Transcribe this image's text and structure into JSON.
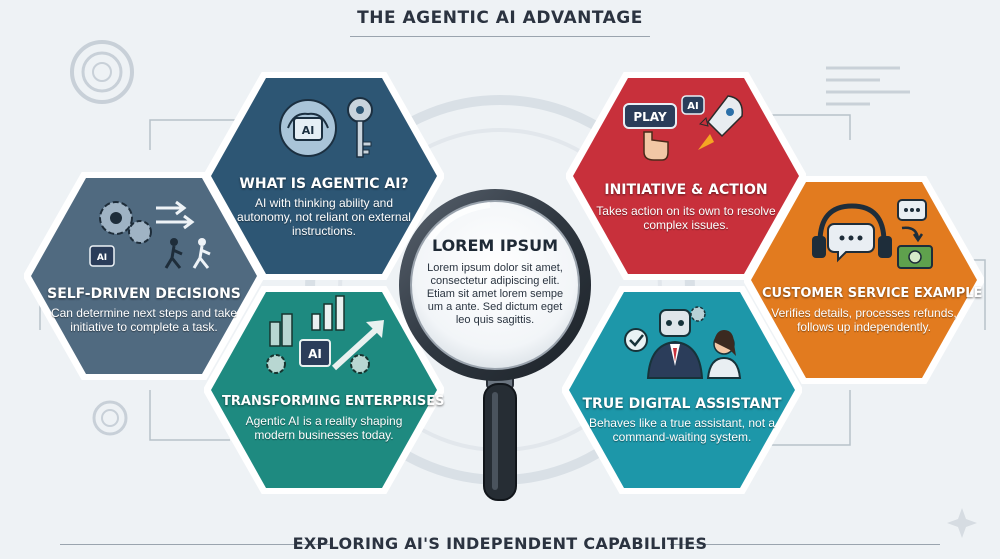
{
  "header": {
    "title": "THE AGENTIC AI ADVANTAGE"
  },
  "footer": {
    "subtitle": "EXPLORING AI'S INDEPENDENT CAPABILITIES"
  },
  "center": {
    "title": "LOREM IPSUM",
    "body": "Lorem ipsum dolor sit amet, consectetur adipiscing elit. Etiam sit amet lorem sempe um a ante. Sed dictum eget leo quis sagittis."
  },
  "panels": {
    "what_is": {
      "title": "WHAT IS AGENTIC AI?",
      "body": "AI with thinking ability and autonomy, not reliant on external instructions.",
      "color": "#2d5674",
      "icon_label": "AI"
    },
    "initiative": {
      "title": "INITIATIVE & ACTION",
      "body": "Takes action on its own to resolve complex issues.",
      "color": "#c8303b",
      "icon_label": "PLAY",
      "badge_label": "AI"
    },
    "self_driven": {
      "title": "SELF-DRIVEN DECISIONS",
      "body": "Can determine next steps and take initiative to complete a task.",
      "color": "#506a80",
      "icon_label": "AI"
    },
    "customer_service": {
      "title": "CUSTOMER SERVICE EXAMPLE",
      "body": "Verifies details, processes refunds, follows up independently.",
      "color": "#e27b1f"
    },
    "transforming": {
      "title": "TRANSFORMING ENTERPRISES",
      "body": "Agentic AI is a reality shaping modern businesses today.",
      "color": "#1e8a80",
      "icon_label": "AI"
    },
    "assistant": {
      "title": "TRUE DIGITAL ASSISTANT",
      "body": "Behaves like a true assistant, not a command-waiting system.",
      "color": "#1d97a9"
    }
  }
}
